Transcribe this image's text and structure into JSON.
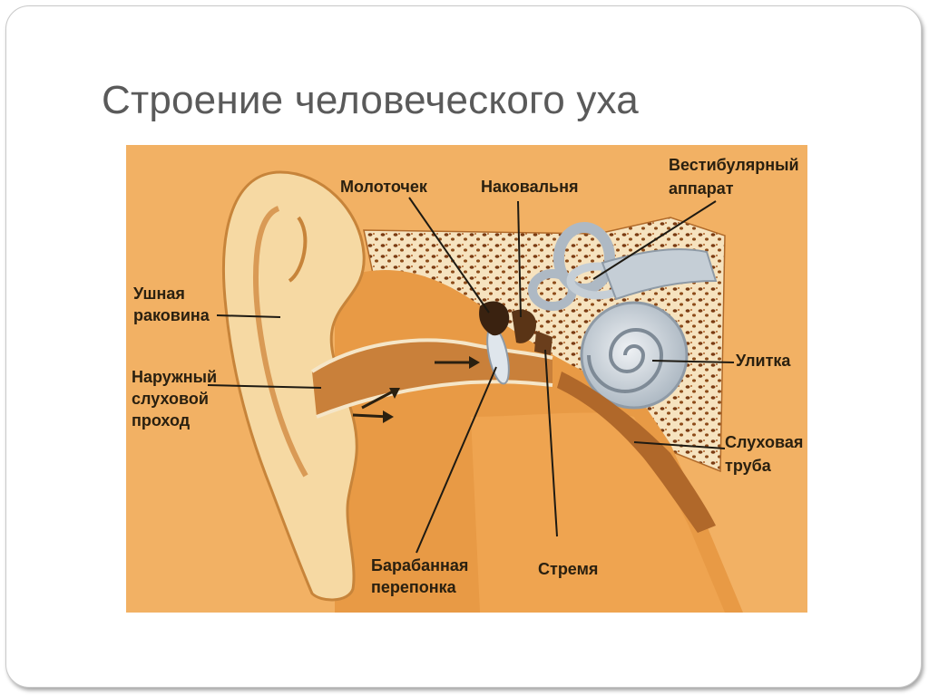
{
  "slide": {
    "title": "Строение человеческого уха"
  },
  "diagram": {
    "labels": {
      "hammer": "Молоточек",
      "anvil": "Наковальня",
      "vestibular_1": "Вестибулярный",
      "vestibular_2": "аппарат",
      "auricle_1": "Ушная",
      "auricle_2": "раковина",
      "canal_1": "Наружный",
      "canal_2": "слуховой",
      "canal_3": "проход",
      "cochlea": "Улитка",
      "tube_1": "Слуховая",
      "tube_2": "труба",
      "eardrum_1": "Барабанная",
      "eardrum_2": "перепонка",
      "stirrup": "Стремя"
    },
    "colors": {
      "background": "#f2b164",
      "skin": "#f6d9a3",
      "bone": "#f5e6c8",
      "inner_ear": "#cfd6dc",
      "canal": "#d98f3a"
    }
  }
}
